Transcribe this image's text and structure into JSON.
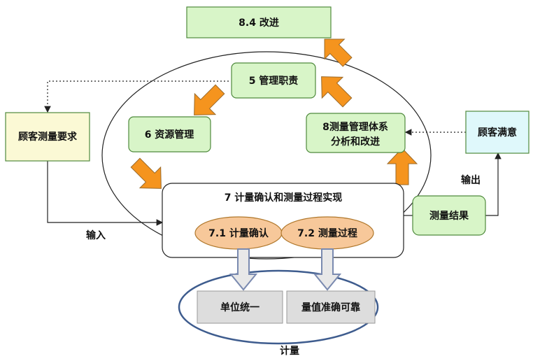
{
  "nodes": {
    "improve": "8.4 改进",
    "management": "5 管理职责",
    "resource": "6 资源管理",
    "analysis_line1": "8测量管理体系",
    "analysis_line2": "分析和改进",
    "realization": "7 计量确认和测量过程实现",
    "confirmation": "7.1 计量确认",
    "process": "7.2 测量过程",
    "customer_req": "顾客测量要求",
    "customer_sat": "顾客满意",
    "result": "测量结果",
    "unify": "单位统一",
    "reliable": "量值准确可靠"
  },
  "labels": {
    "input": "输入",
    "output": "输出",
    "metrology": "计量"
  },
  "colors": {
    "green_fill": "#d8f5c8",
    "green_stroke": "#4f8a3d",
    "cyan_fill": "#dff8fb",
    "yellow_fill": "#fbf9d5",
    "orange_fill": "#f7c89a",
    "arrow_orange": "#f5941e",
    "blue_oval": "#3e5c8e",
    "grey_box": "#dddddd"
  }
}
